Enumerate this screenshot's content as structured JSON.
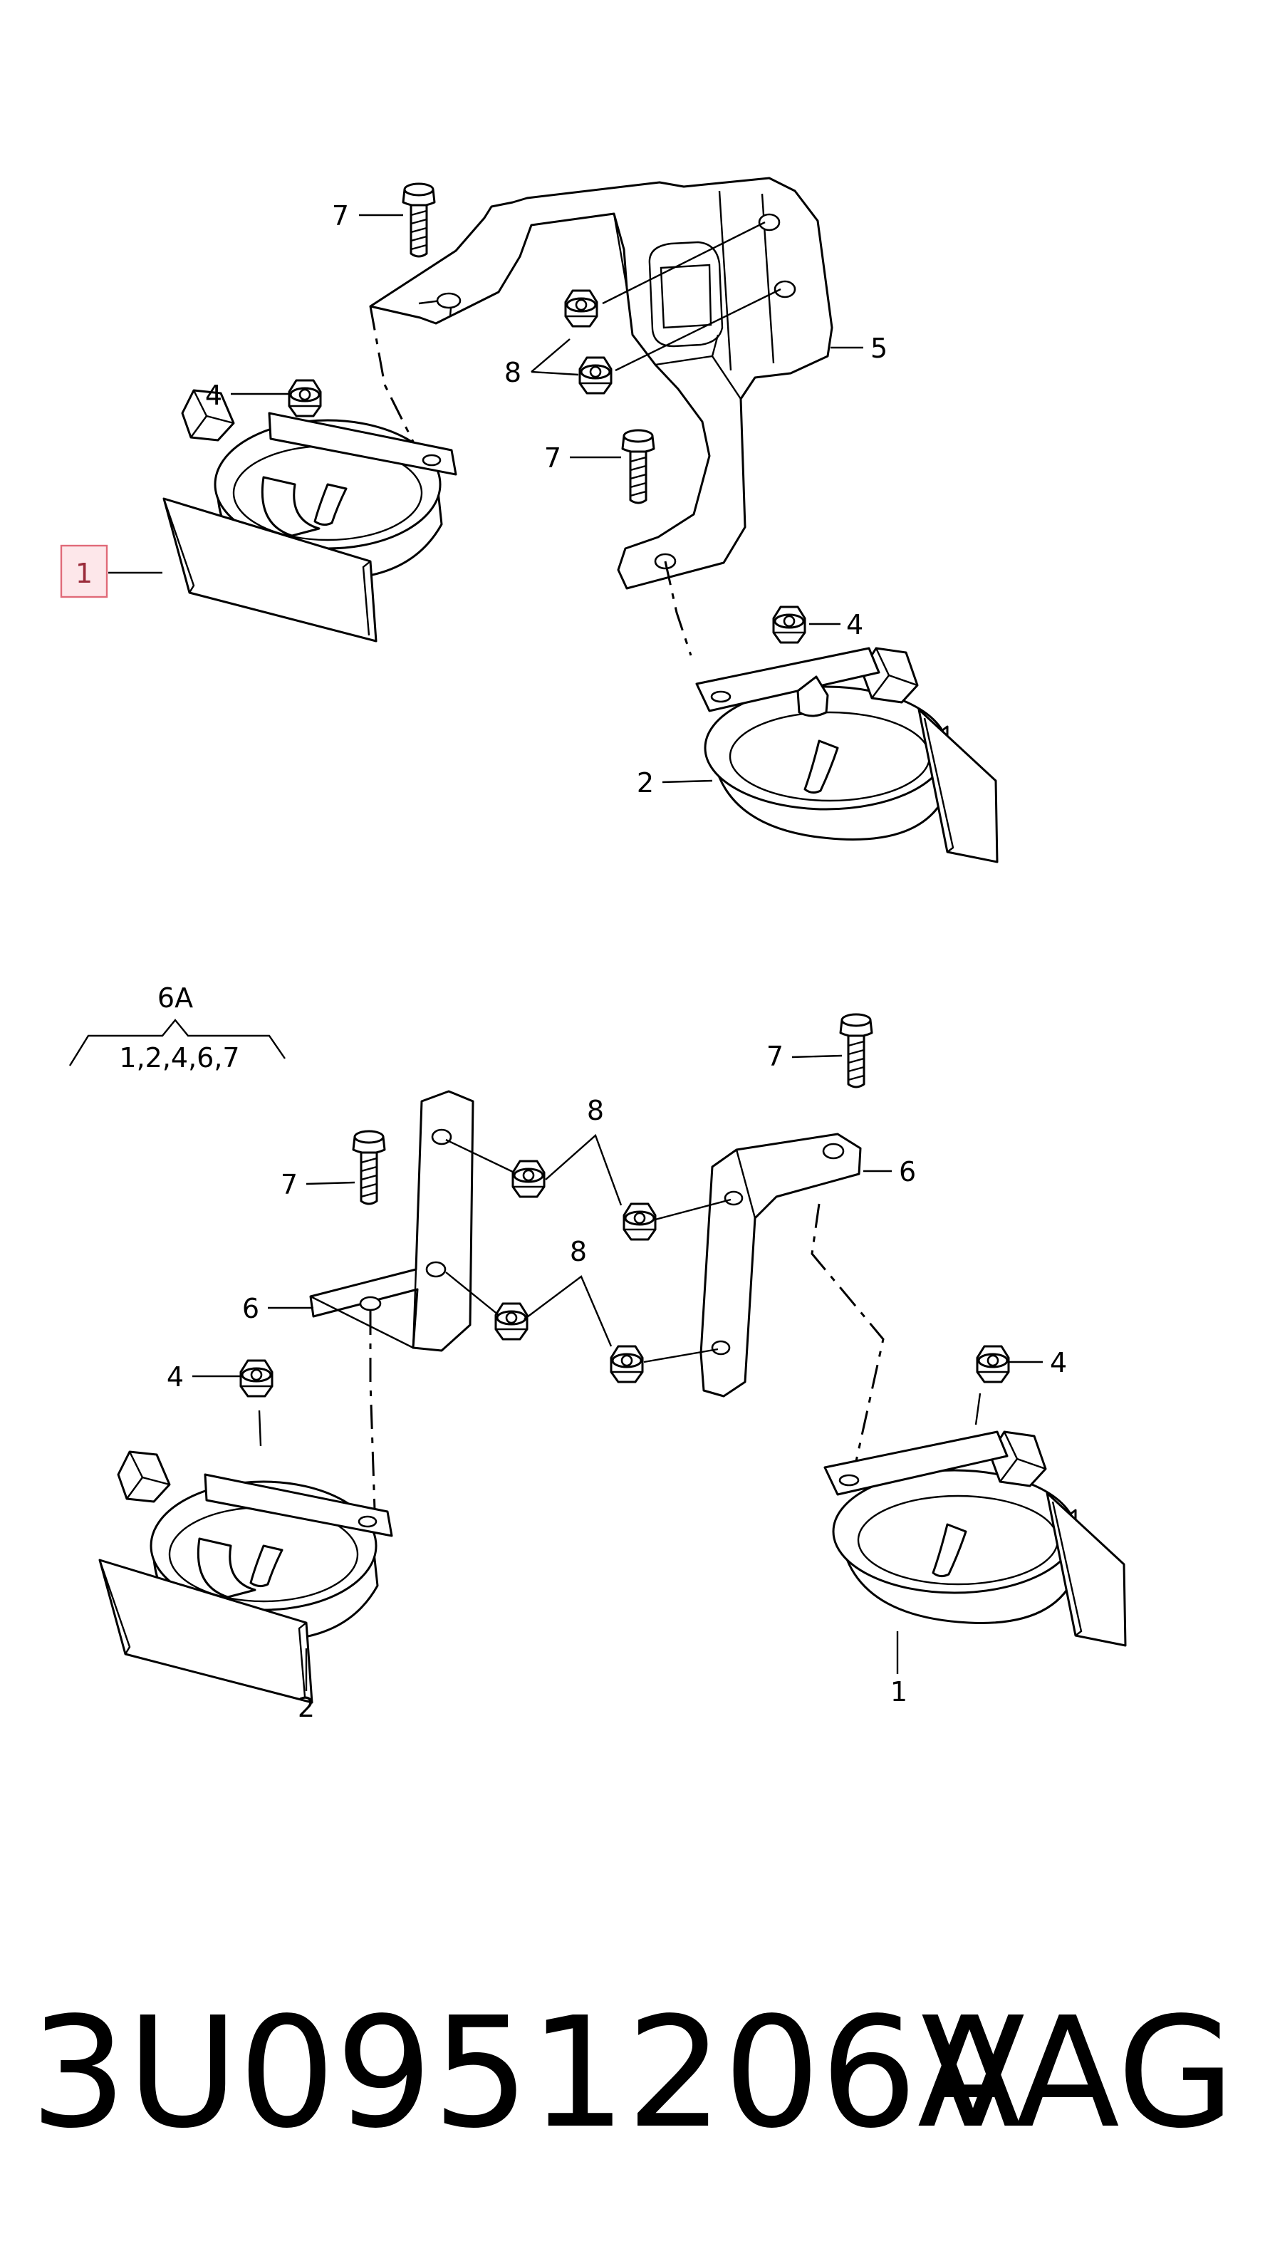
{
  "callouts": {
    "top_bolt_left": "7",
    "top_nuts": "8",
    "top_bracket": "5",
    "top_nut_left": "4",
    "top_bolt_mid": "7",
    "top_horn_left_highlighted": "1",
    "top_nut_right": "4",
    "top_horn_right": "2",
    "group_label": "6A",
    "group_members": "1,2,4,6,7",
    "bottom_bolt_right": "7",
    "bottom_nuts_upper": "8",
    "bottom_bolt_left": "7",
    "bottom_bracket_right": "6",
    "bottom_bracket_left": "6",
    "bottom_nuts_lower": "8",
    "bottom_nut_left": "4",
    "bottom_nut_right": "4",
    "bottom_horn_left": "2",
    "bottom_horn_right": "1"
  },
  "highlight_color": "#e06a78",
  "caption": {
    "part_number": "3U0951206A",
    "brand": "VAG"
  }
}
